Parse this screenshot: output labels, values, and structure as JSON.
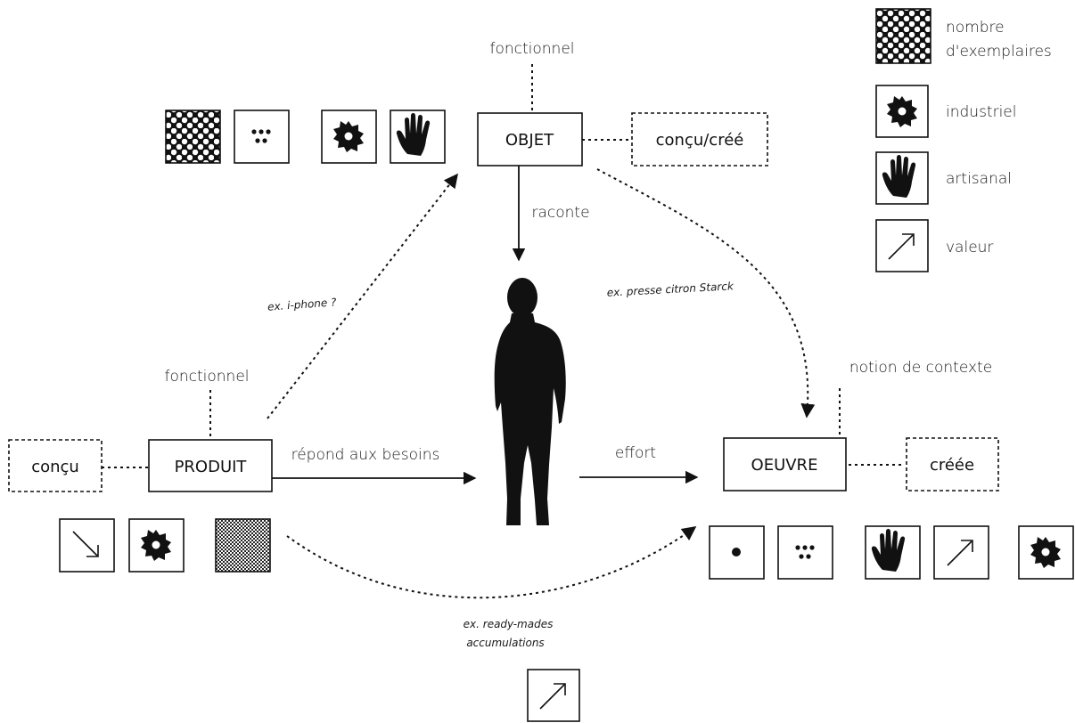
{
  "nodes": {
    "objet": "OBJET",
    "produit": "PRODUIT",
    "oeuvre": "OEUVRE",
    "concu_cree": "conçu/créé",
    "concu": "conçu",
    "creee": "créée"
  },
  "labels": {
    "fonctionnel_top": "fonctionnel",
    "fonctionnel_left": "fonctionnel",
    "notion_contexte": "notion de contexte",
    "raconte": "raconte",
    "repond": "répond aux besoins",
    "effort": "effort",
    "ex_iphone": "ex. i-phone ?",
    "ex_presse": "ex. presse citron Starck",
    "ex_ready_1": "ex. ready-mades",
    "ex_ready_2": "accumulations"
  },
  "legend": {
    "items": [
      {
        "icon": "dense-dots-icon",
        "label_1": "nombre",
        "label_2": "d'exemplaires"
      },
      {
        "icon": "gear-icon",
        "label_1": "industriel"
      },
      {
        "icon": "hand-icon",
        "label_1": "artisanal"
      },
      {
        "icon": "arrow-up-right-icon",
        "label_1": "valeur"
      }
    ]
  },
  "icon_groups": {
    "objet": [
      "dense-dots-icon",
      "few-dots-icon",
      "gear-icon",
      "hand-icon"
    ],
    "produit": [
      "arrow-down-right-icon",
      "gear-icon",
      "fine-dots-icon"
    ],
    "oeuvre": [
      "single-dot-icon",
      "few-dots-icon",
      "hand-icon",
      "arrow-up-right-icon",
      "gear-icon"
    ],
    "bottom": [
      "arrow-up-right-icon"
    ]
  }
}
